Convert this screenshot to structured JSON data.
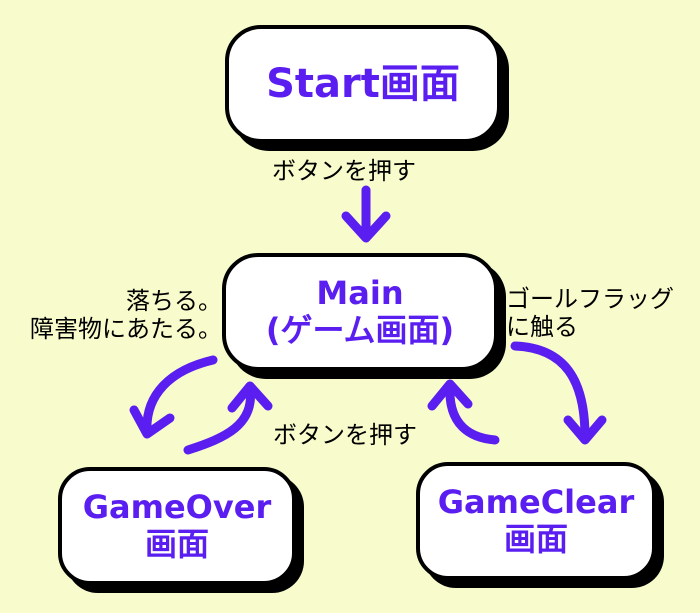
{
  "nodes": {
    "start": {
      "line1": "Start画面"
    },
    "main": {
      "line1": "Main",
      "line2": "(ゲーム画面)"
    },
    "gameover": {
      "line1": "GameOver",
      "line2": "画面"
    },
    "gameclear": {
      "line1": "GameClear",
      "line2": "画面"
    }
  },
  "edges": {
    "start_to_main": "ボタンを押す",
    "main_to_gameover": {
      "line1": "落ちる。",
      "line2": "障害物にあたる。"
    },
    "main_to_gameclear": {
      "line1": "ゴールフラッグ",
      "line2": "に触る"
    },
    "gameover_to_main": "ボタンを押す"
  },
  "colors": {
    "background": "#f8fbcc",
    "node_text": "#5a1ef0",
    "arrow": "#5a1ef0",
    "border": "#000000"
  }
}
